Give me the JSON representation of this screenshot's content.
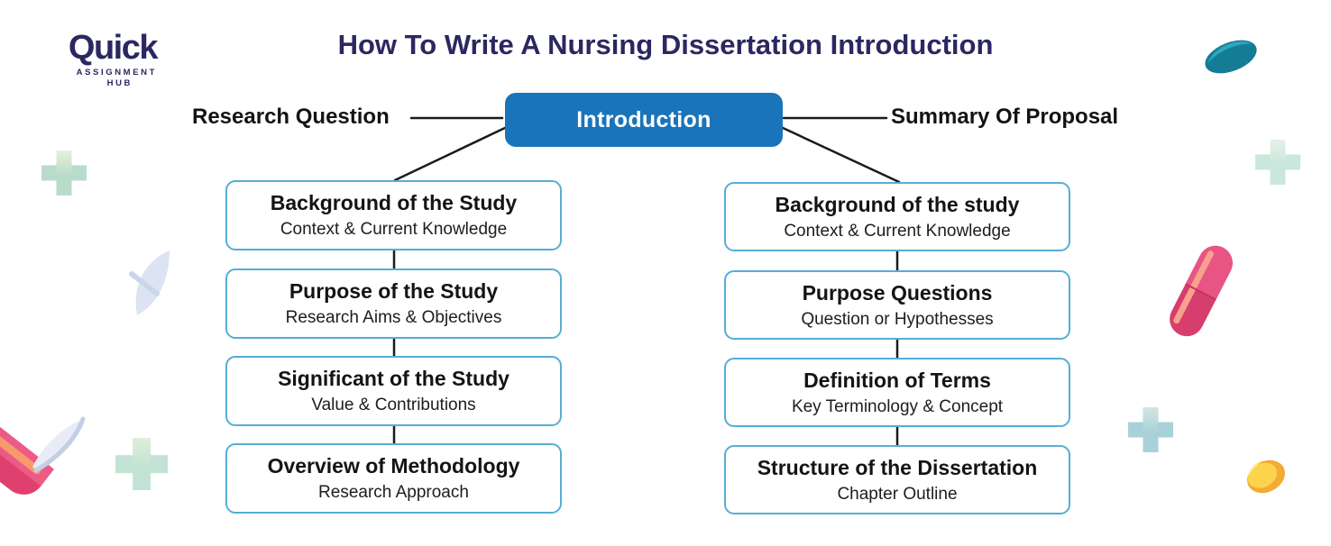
{
  "brand": {
    "name": "Quick",
    "sub_line1": "ASSIGNMENT",
    "sub_line2": "HUB"
  },
  "title": {
    "prefix": "How To Write A ",
    "bold": "Nursing Dissertation",
    "suffix": " Introduction"
  },
  "center_node": {
    "label": "Introduction"
  },
  "side_labels": {
    "left": "Research Question",
    "right": "Summary Of Proposal"
  },
  "columns": {
    "left": {
      "boxes": [
        {
          "title": "Background of the Study",
          "subtitle": "Context & Current Knowledge"
        },
        {
          "title": "Purpose of the Study",
          "subtitle": "Research Aims & Objectives"
        },
        {
          "title": "Significant of the Study",
          "subtitle": "Value & Contributions"
        },
        {
          "title": "Overview of Methodology",
          "subtitle": "Research Approach"
        }
      ]
    },
    "right": {
      "boxes": [
        {
          "title": "Background of the study",
          "subtitle": "Context & Current Knowledge"
        },
        {
          "title": "Purpose Questions",
          "subtitle": "Question or Hypothesses"
        },
        {
          "title": "Definition of Terms",
          "subtitle": "Key Terminology & Concept"
        },
        {
          "title": "Structure of the Dissertation",
          "subtitle": "Chapter Outline"
        }
      ]
    }
  },
  "colors": {
    "title_navy": "#2b2860",
    "button_blue": "#1a74ba",
    "box_border_blue": "#55aed6",
    "text_black": "#161616",
    "line_black": "#1b1b1b",
    "mint_plus": "#bfe0d2",
    "teal_blue_plus": "#a9d2d8",
    "teal_pill": "#157c96",
    "teal_pill_highlight": "#2ea6bf",
    "pink_capsule": "#d63e6d",
    "pink_capsule_light": "#e85585",
    "capsule_stripe": "#f8a18d",
    "gold_pill": "#fbd44c",
    "gold_pill_shade": "#f3ab35",
    "pale_leaf": "#dce3f2",
    "white_cap": "#e7ecf6"
  },
  "decorations": [
    {
      "icon": "pill-icon",
      "position": "top-right"
    },
    {
      "icon": "plus-icon",
      "position": "top-right"
    },
    {
      "icon": "capsule-icon",
      "position": "right"
    },
    {
      "icon": "plus-icon",
      "position": "right-mid"
    },
    {
      "icon": "coin-icon",
      "position": "bottom-right"
    },
    {
      "icon": "plus-icon",
      "position": "left-top"
    },
    {
      "icon": "leaf-icon",
      "position": "left"
    },
    {
      "icon": "open-capsule-icon",
      "position": "bottom-left"
    },
    {
      "icon": "plus-icon",
      "position": "bottom-left"
    }
  ]
}
